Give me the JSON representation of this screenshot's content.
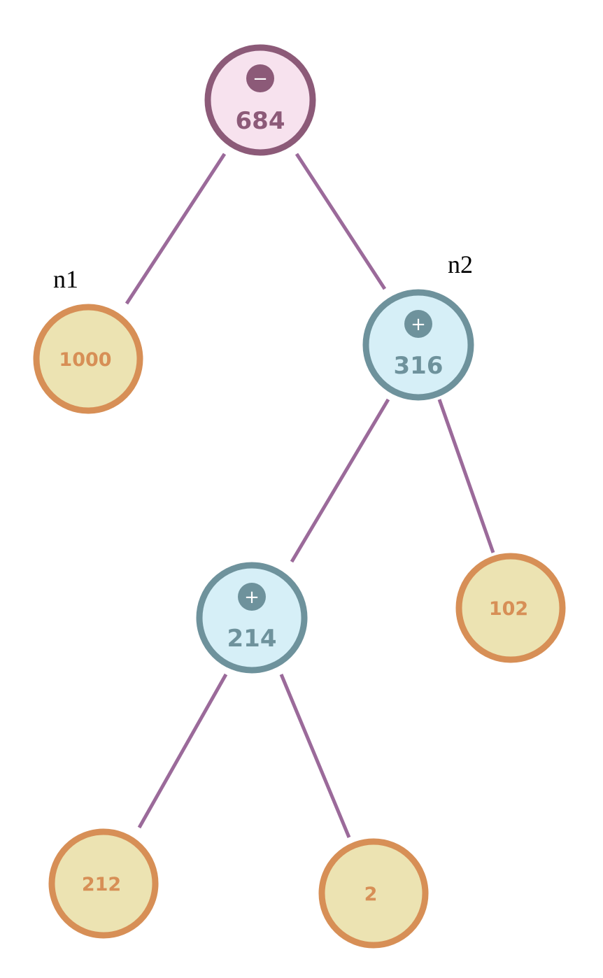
{
  "tree": {
    "root": {
      "op_symbol": "−",
      "value": "684"
    },
    "n1": {
      "label": "n1",
      "value": "1000"
    },
    "n2": {
      "label": "n2",
      "op_symbol": "+",
      "value": "316"
    },
    "inner": {
      "op_symbol": "+",
      "value": "214"
    },
    "leaf_102": {
      "value": "102"
    },
    "leaf_212": {
      "value": "212"
    },
    "leaf_2": {
      "value": "2"
    }
  },
  "colors": {
    "minus_node_fill": "#f7e2ee",
    "minus_node_stroke": "#8c5a78",
    "plus_node_fill": "#d6eff7",
    "plus_node_stroke": "#6e929c",
    "leaf_fill": "#ece3b2",
    "leaf_stroke": "#d78f56",
    "edge": "#9b6a9a"
  }
}
